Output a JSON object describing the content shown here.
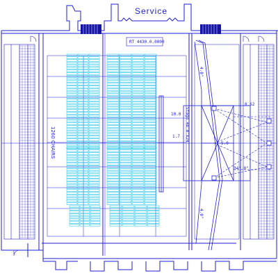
{
  "header": {
    "service_label": "Service"
  },
  "drawing": {
    "seating_label": "1260 CHAIRS",
    "stage_label": "Stage 48'0\"x24'",
    "dim_width": "34'.0\"",
    "dim_depth": "8.62",
    "dim_thrust": "10.0",
    "dim_small": "1.7",
    "dim_center": "5.0",
    "dim_left_aisle": "4.0\"",
    "dim_right_aisle": "4.0\"",
    "title_block": "RT 4430.0.0000"
  },
  "colors": {
    "line": "#1f1fd6",
    "seating": "#29c6e8",
    "fill_dark": "#1414a8"
  }
}
